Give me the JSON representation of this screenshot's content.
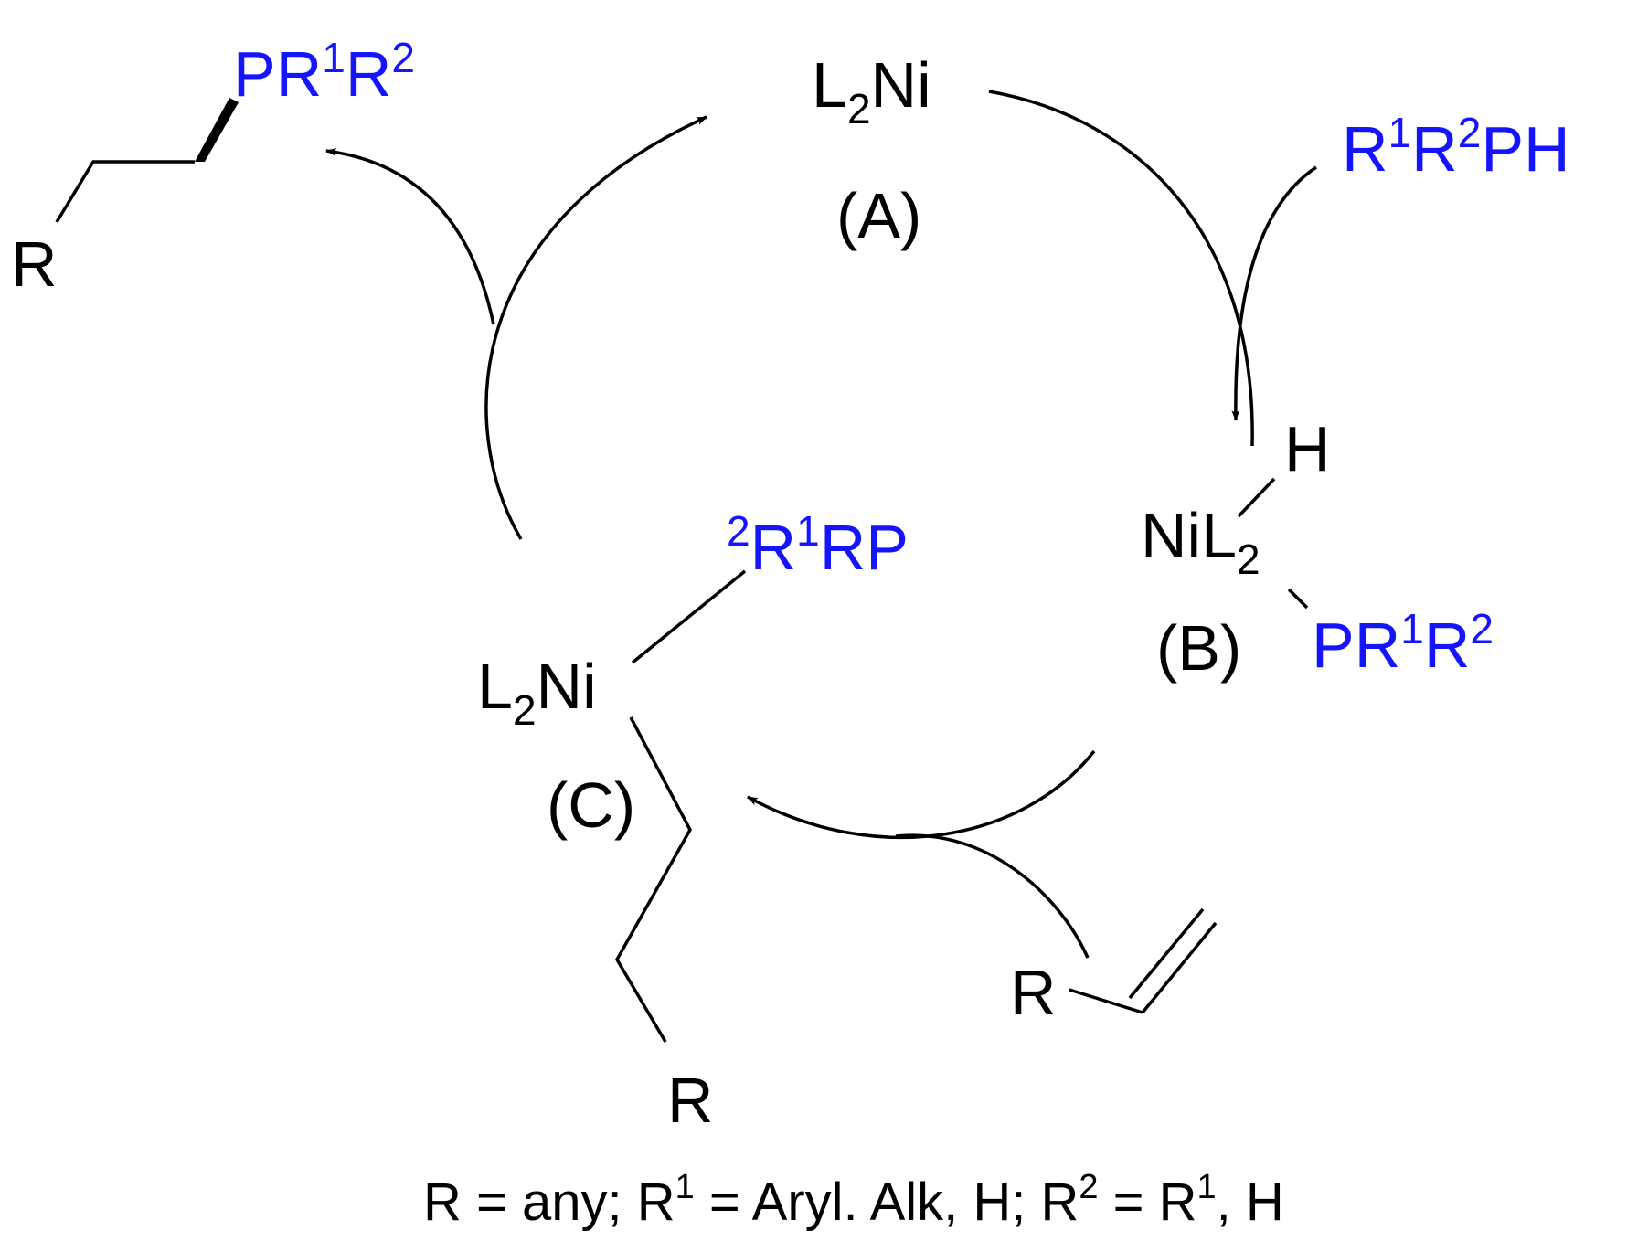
{
  "colors": {
    "black": "#000000",
    "phosphorus_blue": "#1414ff"
  },
  "species": {
    "A": {
      "metal": "L",
      "sub": "2",
      "tail": "Ni",
      "tag": "(A)"
    },
    "B": {
      "hydride": "H",
      "metal": "NiL",
      "sub": "2",
      "phos_p": "PR",
      "phos_s1": "1",
      "phos_r2": "R",
      "phos_s2": "2",
      "tag": "(B)"
    },
    "C": {
      "phos_s2": "2",
      "phos_r1": "R",
      "phos_s1": "1",
      "phos_rp": "RP",
      "metal": "L",
      "sub": "2",
      "tail": "Ni",
      "tag": "(C)",
      "alkyl_r": "R"
    }
  },
  "reagents": {
    "phosphine": {
      "r1": "R",
      "s1": "1",
      "r2": "R",
      "s2": "2",
      "ph": "PH"
    },
    "alkene": {
      "r": "R"
    }
  },
  "product": {
    "p": "PR",
    "s1": "1",
    "r2": "R",
    "s2": "2",
    "r": "R"
  },
  "legend": {
    "part1": "R = any; R",
    "sup1": "1",
    "part2": " = Aryl. Alk, H; R",
    "sup2": "2",
    "part3": " = R",
    "sup3": "1",
    "part4": ", H"
  }
}
